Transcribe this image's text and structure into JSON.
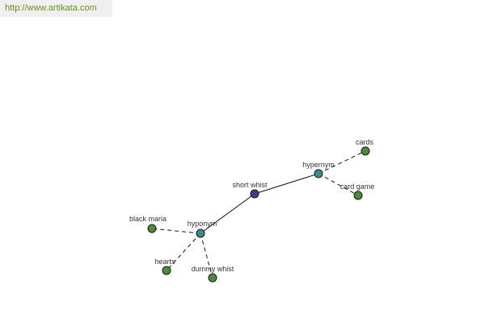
{
  "header": {
    "url": "http://www.artikata.com"
  },
  "graph": {
    "nodes": [
      {
        "id": "short_whist",
        "label": "short whist",
        "kind": "center",
        "color": "#3a3f8f"
      },
      {
        "id": "hypernym",
        "label": "hypernym",
        "kind": "relation",
        "color": "#3f8a8c"
      },
      {
        "id": "hyponym",
        "label": "hyponym",
        "kind": "relation",
        "color": "#3f8a8c"
      },
      {
        "id": "cards",
        "label": "cards",
        "kind": "term",
        "color": "#4f8a3c"
      },
      {
        "id": "card_game",
        "label": "card game",
        "kind": "term",
        "color": "#4f8a3c"
      },
      {
        "id": "black_maria",
        "label": "black maria",
        "kind": "term",
        "color": "#4f8a3c"
      },
      {
        "id": "hearts",
        "label": "hearts",
        "kind": "term",
        "color": "#4f8a3c"
      },
      {
        "id": "dummy_whist",
        "label": "dummy whist",
        "kind": "term",
        "color": "#4f8a3c"
      }
    ],
    "edges": [
      {
        "from": "short_whist",
        "to": "hypernym",
        "style": "solid"
      },
      {
        "from": "short_whist",
        "to": "hyponym",
        "style": "solid"
      },
      {
        "from": "hypernym",
        "to": "cards",
        "style": "dashed"
      },
      {
        "from": "hypernym",
        "to": "card_game",
        "style": "dashed"
      },
      {
        "from": "hyponym",
        "to": "black_maria",
        "style": "dashed"
      },
      {
        "from": "hyponym",
        "to": "hearts",
        "style": "dashed"
      },
      {
        "from": "hyponym",
        "to": "dummy_whist",
        "style": "dashed"
      }
    ]
  }
}
